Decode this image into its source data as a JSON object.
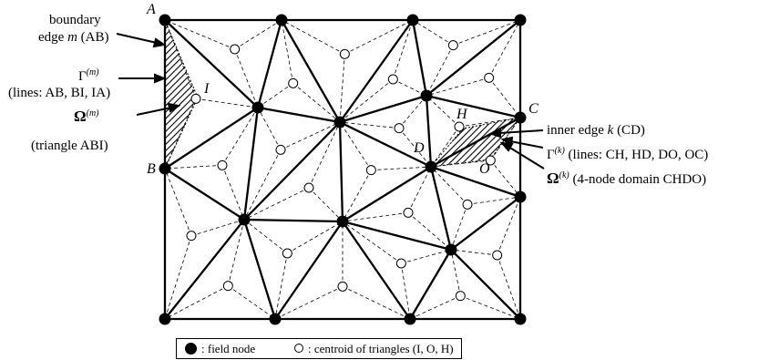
{
  "point_labels": {
    "A": "A",
    "B": "B",
    "C": "C",
    "D": "D",
    "H": "H",
    "I": "I",
    "O": "O"
  },
  "left_annotations": {
    "boundary_line1": "boundary",
    "boundary_line2_pre": "edge ",
    "boundary_m": "m",
    "boundary_ab": " (AB)",
    "gamma": "Γ",
    "gamma_sup": "(m)",
    "lines_text": "(lines: AB, BI, IA)",
    "omega": "Ω",
    "omega_sup": "(m)",
    "triangle_text": "(triangle ABI)"
  },
  "right_annotations": {
    "inner_edge_pre": "inner edge ",
    "inner_edge_k": "k",
    "inner_edge_cd": " (CD)",
    "gamma": "Γ",
    "gamma_sup": "(k)",
    "lines_text": " (lines: CH, HD, DO, OC)",
    "omega": "Ω",
    "omega_sup": "(k)",
    "domain_text": " (4-node domain CHDO)"
  },
  "legend": {
    "field_node": ": field node",
    "centroid": ": centroid of triangles (I, O, H)"
  }
}
